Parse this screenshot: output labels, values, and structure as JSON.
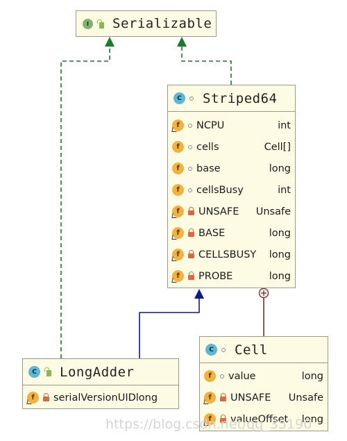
{
  "serializable": {
    "title": "Serializable",
    "kind": "I"
  },
  "striped64": {
    "title": "Striped64",
    "kind": "C",
    "fields": [
      {
        "name": "NCPU",
        "type": "int",
        "visibility": "package",
        "static": true
      },
      {
        "name": "cells",
        "type": "Cell[]",
        "visibility": "package",
        "static": false
      },
      {
        "name": "base",
        "type": "long",
        "visibility": "package",
        "static": false
      },
      {
        "name": "cellsBusy",
        "type": "int",
        "visibility": "package",
        "static": false
      },
      {
        "name": "UNSAFE",
        "type": "Unsafe",
        "visibility": "private",
        "static": true
      },
      {
        "name": "BASE",
        "type": "long",
        "visibility": "private",
        "static": true
      },
      {
        "name": "CELLSBUSY",
        "type": "long",
        "visibility": "private",
        "static": true
      },
      {
        "name": "PROBE",
        "type": "long",
        "visibility": "private",
        "static": true
      }
    ]
  },
  "longadder": {
    "title": "LongAdder",
    "kind": "C",
    "fields": [
      {
        "name": "serialVersionUID",
        "type": "long",
        "visibility": "private",
        "static": true
      }
    ]
  },
  "cell": {
    "title": "Cell",
    "kind": "C",
    "fields": [
      {
        "name": "value",
        "type": "long",
        "visibility": "package",
        "static": false
      },
      {
        "name": "UNSAFE",
        "type": "Unsafe",
        "visibility": "private",
        "static": true
      },
      {
        "name": "valueOffset",
        "type": "long",
        "visibility": "private",
        "static": true
      }
    ]
  },
  "watermark": "https://blog.csdn.net/qq_35190",
  "icons": {
    "field": "f",
    "inner_class_marker": "plus-circle-icon"
  },
  "colors": {
    "box_fill": "#fdfbe3",
    "implements": "#1e7a2e",
    "extends": "#0b1a8c",
    "inner": "#8b2a25"
  }
}
